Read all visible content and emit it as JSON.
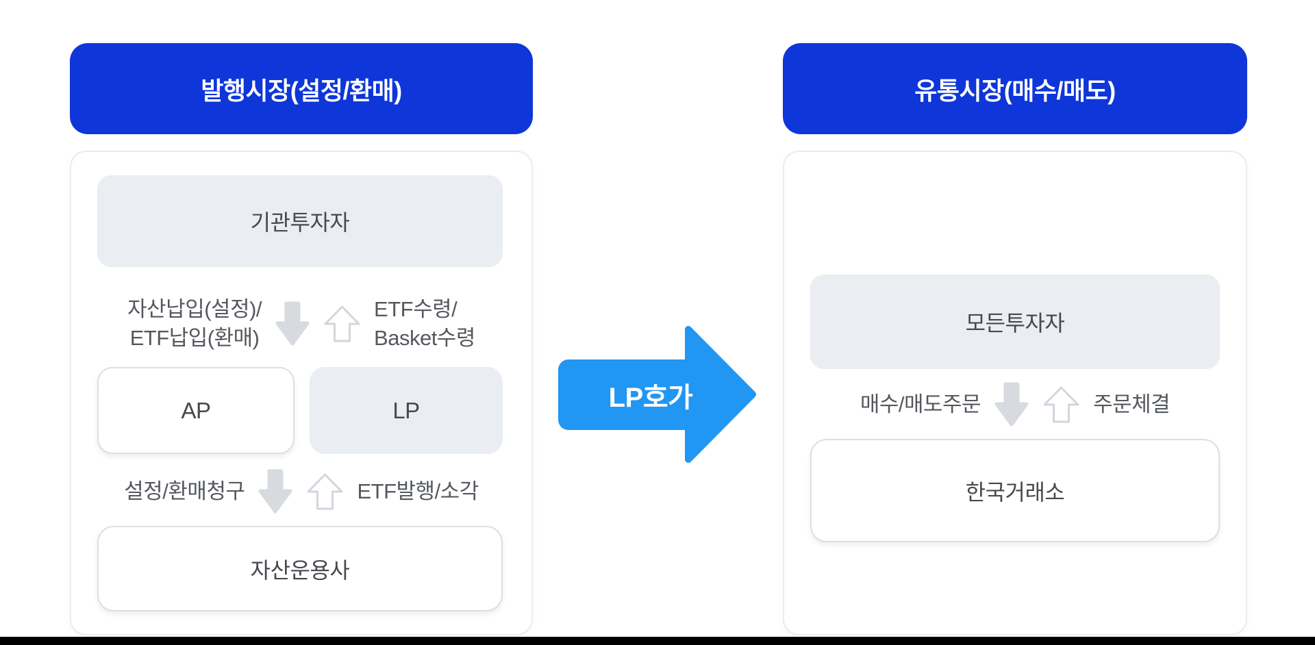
{
  "colors": {
    "header_blue": "#0e36d8",
    "link_arrow_blue": "#2196f3",
    "box_gray": "#eaedf1",
    "arrow_fill_gray": "#d7dade",
    "arrow_outline_gray": "#d2d6dc",
    "text_dark_gray": "#46494e",
    "bottom_bar": "#000000"
  },
  "primary_market": {
    "header": "발행시장(설정/환매)",
    "institutional_investor": "기관투자자",
    "asset_flow": {
      "down_line1": "자산납입(설정)/",
      "down_line2": "ETF납입(환매)",
      "up_line1": "ETF수령/",
      "up_line2": "Basket수령"
    },
    "ap_label": "AP",
    "lp_label": "LP",
    "creation_flow": {
      "down_label": "설정/환매청구",
      "up_label": "ETF발행/소각"
    },
    "asset_manager": "자산운용사"
  },
  "link_arrow": {
    "label": "LP호가"
  },
  "secondary_market": {
    "header": "유통시장(매수/매도)",
    "all_investors": "모든투자자",
    "order_flow": {
      "down_label": "매수/매도주문",
      "up_label": "주문체결"
    },
    "exchange": "한국거래소"
  }
}
